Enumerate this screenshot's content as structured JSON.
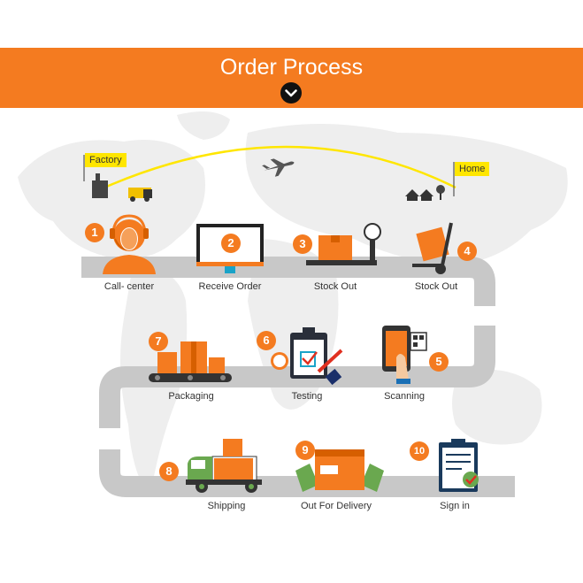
{
  "header": {
    "title": "Order Process"
  },
  "route": {
    "origin_label": "Factory",
    "destination_label": "Home"
  },
  "steps": [
    {
      "num": "1",
      "label": "Call- center",
      "icon": "headset-agent-icon"
    },
    {
      "num": "2",
      "label": "Receive Order",
      "icon": "monitor-icon"
    },
    {
      "num": "3",
      "label": "Stock Out",
      "icon": "scale-icon"
    },
    {
      "num": "4",
      "label": "Stock Out",
      "icon": "hand-truck-icon"
    },
    {
      "num": "5",
      "label": "Scanning",
      "icon": "qr-scan-phone-icon"
    },
    {
      "num": "6",
      "label": "Testing",
      "icon": "clipboard-check-icon"
    },
    {
      "num": "7",
      "label": "Packaging",
      "icon": "conveyor-boxes-icon"
    },
    {
      "num": "8",
      "label": "Shipping",
      "icon": "truck-icon"
    },
    {
      "num": "9",
      "label": "Out For Delivery",
      "icon": "box-hands-icon"
    },
    {
      "num": "10",
      "label": "Sign in",
      "icon": "signed-document-icon"
    }
  ],
  "colors": {
    "accent": "#f47b20",
    "road": "#c8c8c8",
    "tag": "#ffe600"
  }
}
